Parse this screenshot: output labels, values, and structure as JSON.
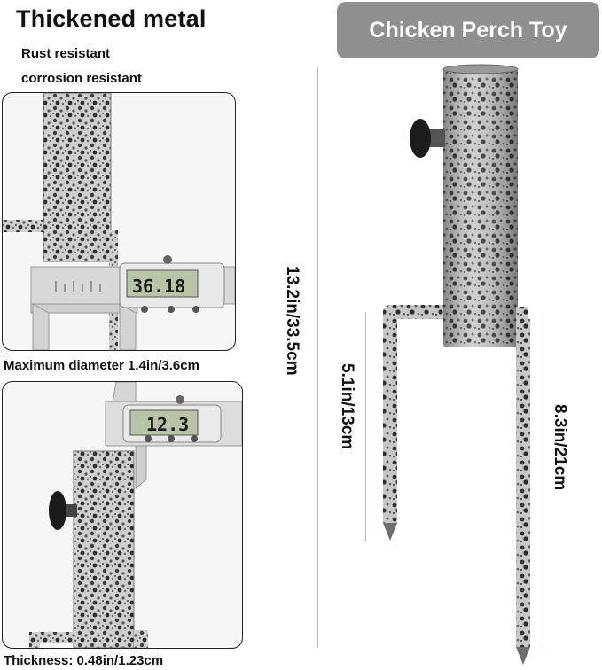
{
  "header": {
    "title": "Thickened metal",
    "feature_1": "Rust resistant",
    "feature_2": "corrosion resistant"
  },
  "badge": {
    "label": "Chicken Perch Toy"
  },
  "panel_top": {
    "caption": "Maximum diameter 1.4in/3.6cm",
    "caliper_reading": "36.18"
  },
  "panel_bottom": {
    "caption": "Thickness: 0.48in/1.23cm",
    "caliper_reading": "12.3"
  },
  "dimensions": {
    "total_height": "13.2in/33.5cm",
    "short_leg": "5.1in/13cm",
    "long_leg": "8.3in/21cm"
  },
  "colors": {
    "metal": "#6e6e6e",
    "metal_light": "#c9c9c9",
    "badge": "#8f8f8f",
    "lcd": "#b9c4a6"
  }
}
